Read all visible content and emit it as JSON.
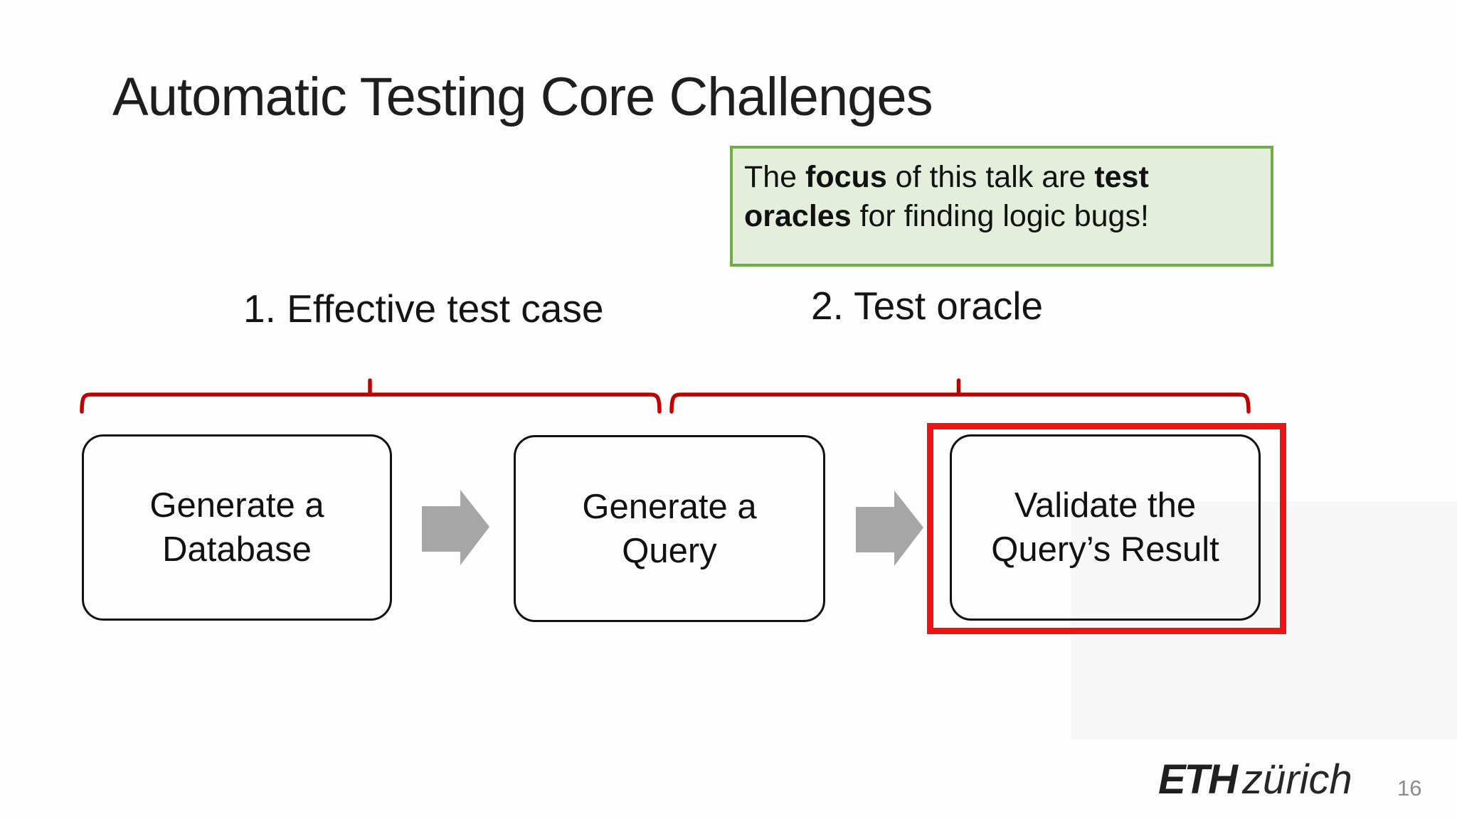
{
  "slide": {
    "title": "Automatic Testing Core Challenges",
    "page_number": "16"
  },
  "callout": {
    "line1": {
      "p0": "The ",
      "p1": "focus",
      "p2": " of this talk are ",
      "p3": "test"
    },
    "line2": {
      "p0": "oracles",
      "p1": " for finding logic bugs!"
    }
  },
  "challenges": {
    "label1": "1. Effective test case",
    "label2": "2. Test oracle"
  },
  "flow": {
    "steps": [
      {
        "line1": "Generate a",
        "line2": "Database"
      },
      {
        "line1": "Generate a",
        "line2": "Query"
      },
      {
        "line1": "Validate the",
        "line2": "Query’s Result"
      }
    ]
  },
  "footer": {
    "logo_bold": "ETH",
    "logo_light": "zürich"
  },
  "colors": {
    "callout_bg": "#e3efda",
    "callout_border": "#6fad47",
    "brace_red": "#c00000",
    "highlight_red": "#ee1414",
    "arrow_gray": "#a6a6a6",
    "text": "#1c1c1c"
  }
}
